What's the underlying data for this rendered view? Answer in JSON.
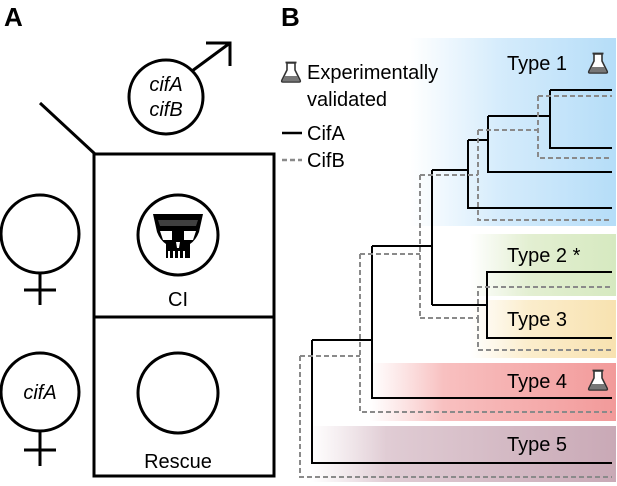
{
  "panel_a": {
    "letter": "A",
    "male_genes": [
      "cifA",
      "cifB"
    ],
    "female_gene": "cifA",
    "ci_label": "CI",
    "rescue_label": "Rescue"
  },
  "panel_b": {
    "letter": "B",
    "legend": {
      "validated_line1": "Experimentally",
      "validated_line2": "validated",
      "cifa": "CifA",
      "cifb": "CifB"
    },
    "types": [
      {
        "label": "Type 1",
        "validated": true,
        "color": "#cfe9fb"
      },
      {
        "label": "Type 2 *",
        "validated": false,
        "color": "#e3efd2"
      },
      {
        "label": "Type 3",
        "validated": false,
        "color": "#fbedcc"
      },
      {
        "label": "Type 4",
        "validated": true,
        "color": "#f8c8c8"
      },
      {
        "label": "Type 5",
        "validated": false,
        "color": "#e6d5dc"
      }
    ],
    "colors": {
      "cifa": "#000000",
      "cifb": "#8a8a8a"
    }
  }
}
